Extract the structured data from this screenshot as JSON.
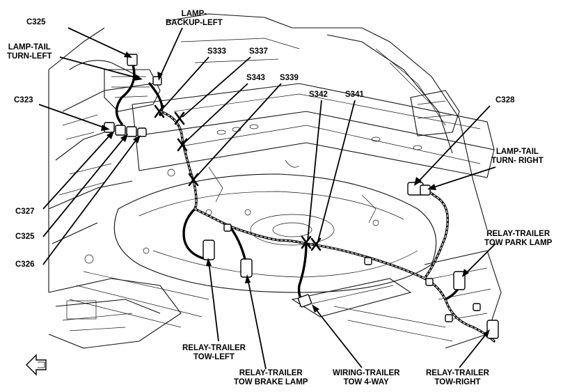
{
  "callouts": {
    "c325_top": "C325",
    "lamp_backup_left": [
      "LAMP-",
      "BACKUP-LEFT"
    ],
    "lamp_tail_turn_left": [
      "LAMP-TAIL",
      "TURN-LEFT"
    ],
    "s333": "S333",
    "s337": "S337",
    "s343": "S343",
    "s339": "S339",
    "s342": "S342",
    "s341": "S341",
    "c323": "C323",
    "c328": "C328",
    "lamp_tail_turn_right": [
      "LAMP-TAIL",
      "TURN- RIGHT"
    ],
    "relay_trailer_tow_park_lamp": [
      "RELAY-TRAILER",
      "TOW PARK LAMP"
    ],
    "c327": "C327",
    "c325_bottom": "C325",
    "c326": "C326",
    "relay_trailer_tow_left": [
      "RELAY-TRAILER",
      "TOW-LEFT"
    ],
    "relay_trailer_tow_brake_lamp": [
      "RELAY-TRAILER",
      "TOW BRAKE LAMP"
    ],
    "wiring_trailer_tow_4way": [
      "WIRING-TRAILER",
      "TOW 4-WAY"
    ],
    "relay_trailer_tow_right": [
      "RELAY-TRAILER",
      "TOW-RIGHT"
    ]
  },
  "orientation_icon": "front-arrow-icon"
}
